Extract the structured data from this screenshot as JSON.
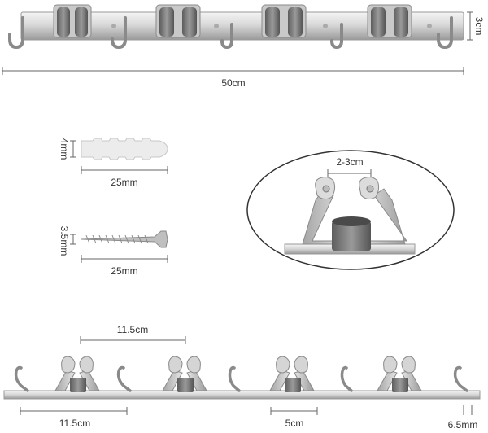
{
  "dimensions": {
    "rack_length": "50cm",
    "rack_height": "3cm",
    "anchor_diameter": "4mm",
    "anchor_length": "25mm",
    "screw_diameter": "3.5mm",
    "screw_length": "25mm",
    "gripper_gap": "2-3cm",
    "gripper_spacing": "11.5cm",
    "end_to_gripper": "11.5cm",
    "hook_spacing": "5cm",
    "bar_thickness": "6.5mm"
  },
  "colors": {
    "metal_light": "#e6e6e6",
    "metal_dark": "#8c8c8c",
    "rubber": "#7a7a7a",
    "line": "#555555"
  }
}
